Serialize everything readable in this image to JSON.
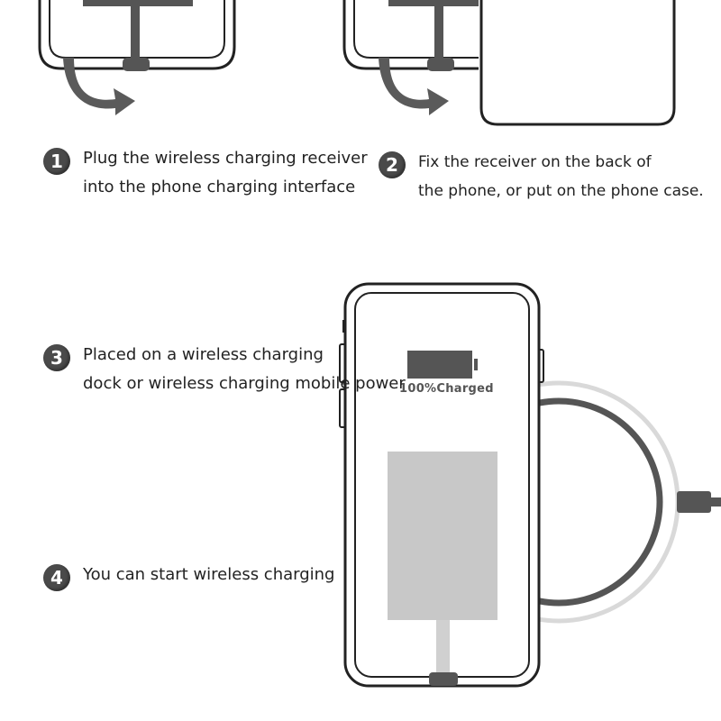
{
  "steps": [
    {
      "number": "1",
      "line1": "Plug the wireless charging receiver",
      "line2": "into the phone charging interface"
    },
    {
      "number": "2",
      "line1": "Fix the receiver on the back of",
      "line2": "the phone, or put on the phone case."
    },
    {
      "number": "3",
      "line1": "Placed on a wireless charging",
      "line2": "dock or wireless charging mobile power"
    },
    {
      "number": "4",
      "line1": "You can start wireless charging"
    }
  ],
  "battery_label": "100%Charged",
  "colors": {
    "ink": "#222222",
    "badge": "#4a4a4a",
    "receiver": "#c8c8c8",
    "pad_ring": "#e0e0e0"
  },
  "icons": [
    "curved-arrow-icon",
    "battery-icon",
    "usb-cable-icon"
  ]
}
